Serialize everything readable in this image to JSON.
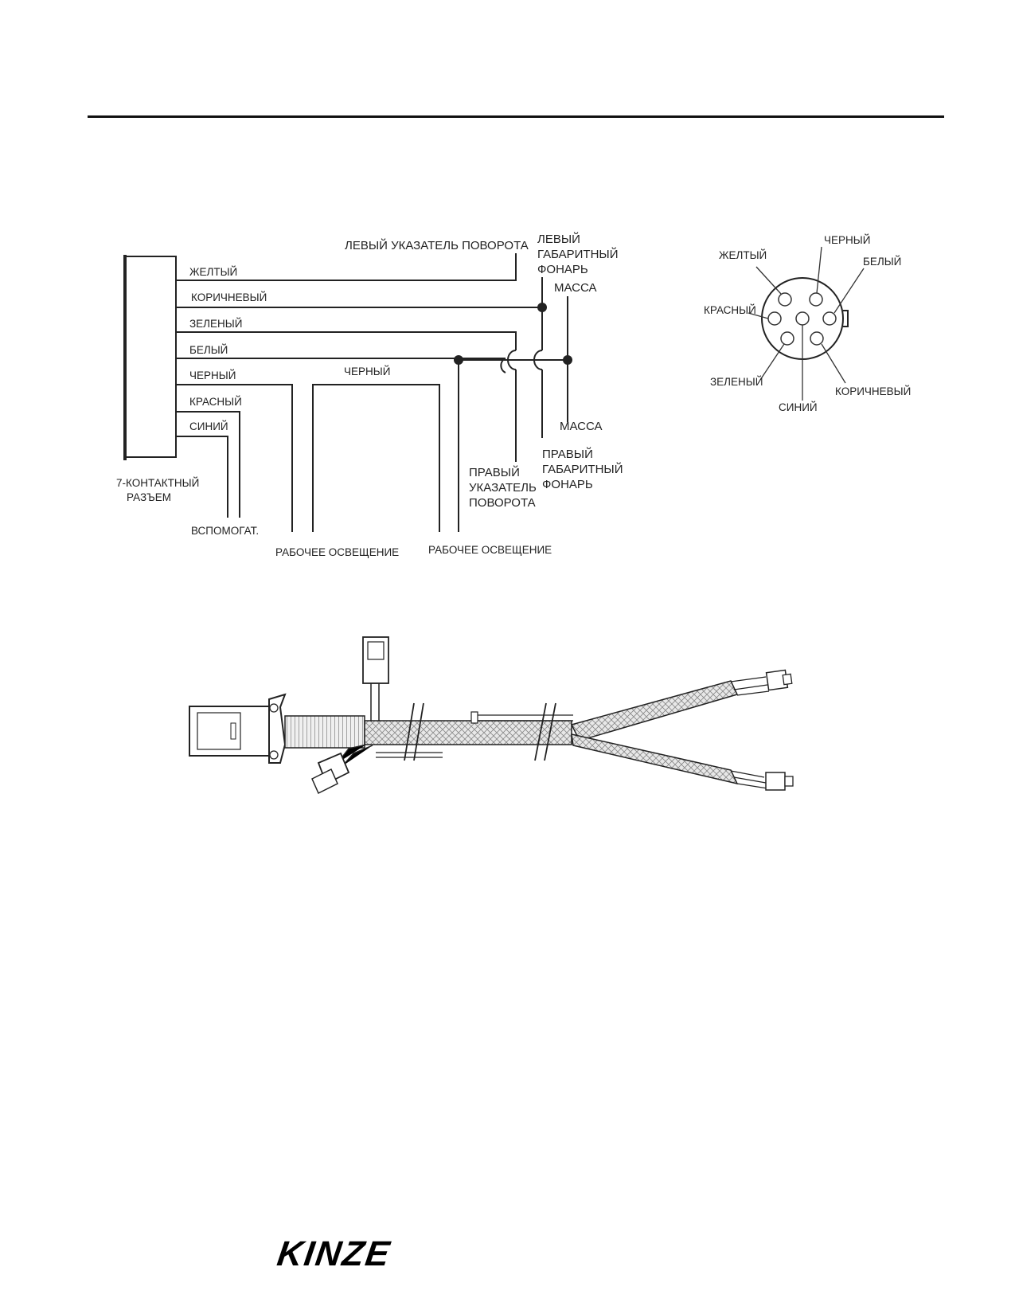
{
  "wiring": {
    "wire_colors": [
      "ЖЕЛТЫЙ",
      "КОРИЧНЕВЫЙ",
      "ЗЕЛЕНЫЙ",
      "БЕЛЫЙ",
      "ЧЕРНЫЙ",
      "КРАСНЫЙ",
      "СИНИЙ"
    ],
    "black_mid": "ЧЕРНЫЙ",
    "connector_label_1": "7-КОНТАКТНЫЙ",
    "connector_label_2": "РАЗЪЕМ",
    "aux": "ВСПОМОГАТ.",
    "work_light_1": "РАБОЧЕЕ ОСВЕЩЕНИЕ",
    "work_light_2": "РАБОЧЕЕ ОСВЕЩЕНИЕ",
    "left_turn": "ЛЕВЫЙ УКАЗАТЕЛЬ ПОВОРОТА",
    "left_marker": [
      "ЛЕВЫЙ",
      "ГАБАРИТНЫЙ",
      "ФОНАРЬ"
    ],
    "ground_top": "МАССА",
    "ground_bottom": "МАССА",
    "right_turn": [
      "ПРАВЫЙ",
      "УКАЗАТЕЛЬ",
      "ПОВОРОТА"
    ],
    "right_marker": [
      "ПРАВЫЙ",
      "ГАБАРИТНЫЙ",
      "ФОНАРЬ"
    ]
  },
  "pinout": {
    "yellow": "ЖЕЛТЫЙ",
    "black": "ЧЕРНЫЙ",
    "white": "БЕЛЫЙ",
    "red": "КРАСНЫЙ",
    "green": "ЗЕЛЕНЫЙ",
    "blue": "СИНИЙ",
    "brown": "КОРИЧНЕВЫЙ"
  },
  "footer": {
    "logo": "KINZE"
  }
}
